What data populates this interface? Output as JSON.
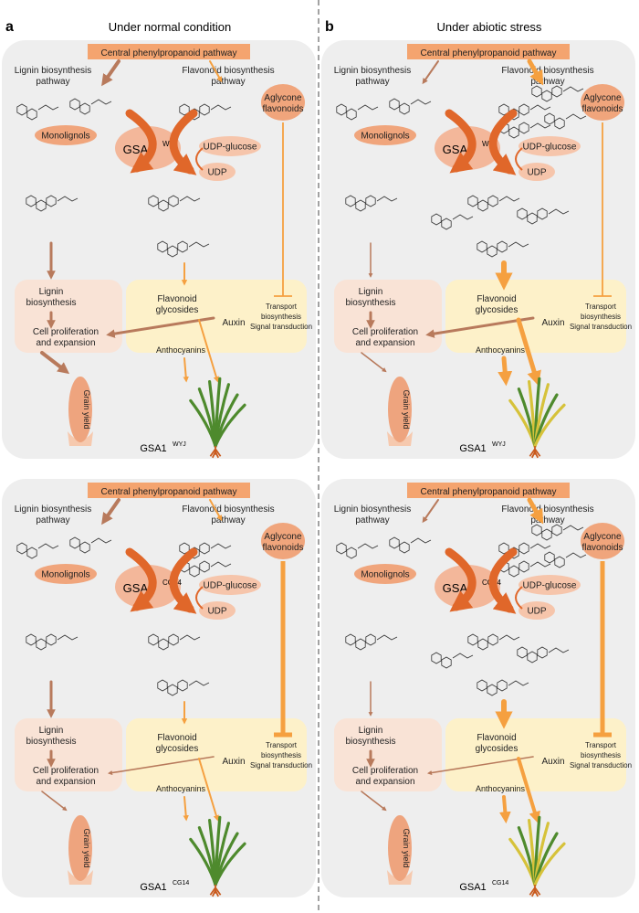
{
  "panel_a": {
    "letter": "a",
    "heading": "Under normal condition",
    "top": {
      "central": "Central phenylpropanoid pathway",
      "lignin_path": [
        "Lignin biosynthesis",
        "pathway"
      ],
      "flavonoid_path": [
        "Flavonoid biosynthesis",
        "pathway"
      ],
      "aglycone": [
        "Aglycone",
        "flavonoids"
      ],
      "monolignols": "Monolignols",
      "gsa_base": "GSA1",
      "gsa_sup": "WYJ",
      "udp_glucose": "UDP-glucose",
      "udp": "UDP",
      "lignin_box": [
        "Lignin",
        "biosynthesis"
      ],
      "cell_prolif": [
        "Cell proliferation",
        "and expansion"
      ],
      "flav_glyc": [
        "Flavonoid",
        "glycosides"
      ],
      "auxin": "Auxin",
      "transport": [
        "Transport",
        "biosynthesis",
        "Signal transduction"
      ],
      "anthocyanins": "Anthocyanins",
      "grain_yield": "Grain yield",
      "genotype_base": "GSA1",
      "genotype_sup": "WYJ"
    },
    "bottom": {
      "central": "Central phenylpropanoid pathway",
      "lignin_path": [
        "Lignin biosynthesis",
        "pathway"
      ],
      "flavonoid_path": [
        "Flavonoid biosynthesis",
        "pathway"
      ],
      "aglycone": [
        "Aglycone",
        "flavonoids"
      ],
      "monolignols": "Monolignols",
      "gsa_base": "GSA1",
      "gsa_sup": "CG14",
      "udp_glucose": "UDP-glucose",
      "udp": "UDP",
      "lignin_box": [
        "Lignin",
        "biosynthesis"
      ],
      "cell_prolif": [
        "Cell proliferation",
        "and expansion"
      ],
      "flav_glyc": [
        "Flavonoid",
        "glycosides"
      ],
      "auxin": "Auxin",
      "transport": [
        "Transport",
        "biosynthesis",
        "Signal transduction"
      ],
      "anthocyanins": "Anthocyanins",
      "grain_yield": "Grain yield",
      "genotype_base": "GSA1",
      "genotype_sup": "CG14"
    }
  },
  "panel_b": {
    "letter": "b",
    "heading": "Under abiotic stress",
    "top": {
      "central": "Central phenylpropanoid pathway",
      "lignin_path": [
        "Lignin biosynthesis",
        "pathway"
      ],
      "flavonoid_path": [
        "Flavonoid biosynthesis",
        "pathway"
      ],
      "aglycone": [
        "Aglycone",
        "flavonoids"
      ],
      "monolignols": "Monolignols",
      "gsa_base": "GSA1",
      "gsa_sup": "WYJ",
      "udp_glucose": "UDP-glucose",
      "udp": "UDP",
      "lignin_box": [
        "Lignin",
        "biosynthesis"
      ],
      "cell_prolif": [
        "Cell proliferation",
        "and expansion"
      ],
      "flav_glyc": [
        "Flavonoid",
        "glycosides"
      ],
      "auxin": "Auxin",
      "transport": [
        "Transport",
        "biosynthesis",
        "Signal transduction"
      ],
      "anthocyanins": "Anthocyanins",
      "grain_yield": "Grain yield",
      "genotype_base": "GSA1",
      "genotype_sup": "WYJ"
    },
    "bottom": {
      "central": "Central phenylpropanoid pathway",
      "lignin_path": [
        "Lignin biosynthesis",
        "pathway"
      ],
      "flavonoid_path": [
        "Flavonoid biosynthesis",
        "pathway"
      ],
      "aglycone": [
        "Aglycone",
        "flavonoids"
      ],
      "monolignols": "Monolignols",
      "gsa_base": "GSA1",
      "gsa_sup": "CG14",
      "udp_glucose": "UDP-glucose",
      "udp": "UDP",
      "lignin_box": [
        "Lignin",
        "biosynthesis"
      ],
      "cell_prolif": [
        "Cell proliferation",
        "and expansion"
      ],
      "flav_glyc": [
        "Flavonoid",
        "glycosides"
      ],
      "auxin": "Auxin",
      "transport": [
        "Transport",
        "biosynthesis",
        "Signal transduction"
      ],
      "anthocyanins": "Anthocyanins",
      "grain_yield": "Grain yield",
      "genotype_base": "GSA1",
      "genotype_sup": "CG14"
    }
  },
  "colors": {
    "panel_bg": "#eeeeee",
    "central_fill": "#f4a46f",
    "pill_fill": "#f0a57c",
    "gsa_fill": "#f3b79a",
    "udp_fill": "#f6c5ab",
    "lignin_box": "#f9e3d6",
    "flav_box": "#fdf1c9",
    "brown_arrow": "#b87a5c",
    "orange_arrow": "#f5a040",
    "dark_orange": "#e0672a",
    "grain": "#eea47e",
    "plant_green": "#4e8a2d",
    "plant_yellow": "#d6c23a",
    "root": "#c9591c",
    "chem": "#333333"
  }
}
